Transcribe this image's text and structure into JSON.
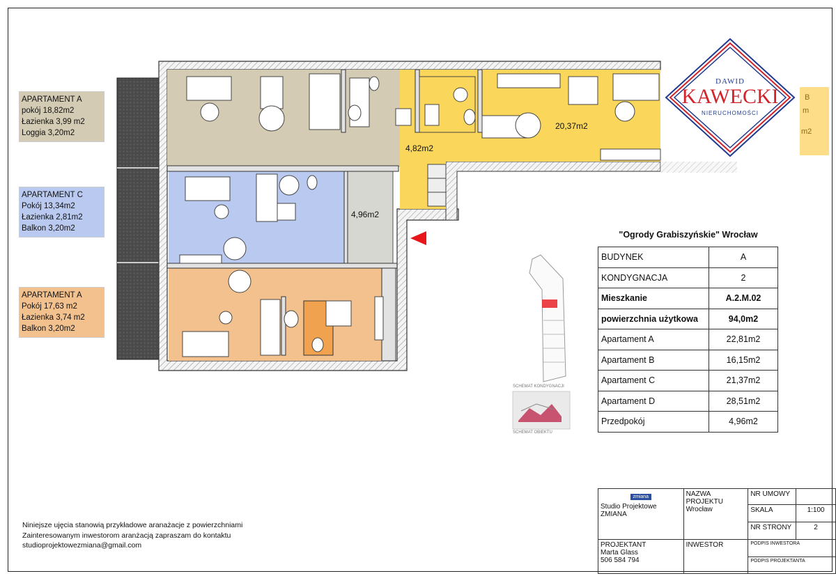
{
  "legend": {
    "apt_a_top": {
      "title": "APARTAMENT A",
      "line1": "pokój 18,82m2",
      "line2": "Łazienka 3,99 m2",
      "line3": "Loggia 3,20m2"
    },
    "apt_c": {
      "title": "APARTAMENT C",
      "line1": "Pokój 13,34m2",
      "line2": "Łazienka 2,81m2",
      "line3": "Balkon 3,20m2"
    },
    "apt_a_bottom": {
      "title": "APARTAMENT A",
      "line1": "Pokój 17,63 m2",
      "line2": "Łazienka 3,74 m2",
      "line3": "Balkon 3,20m2"
    }
  },
  "plan_labels": {
    "hall": "4,96m2",
    "bath_d": "4,82m2",
    "room_d": "20,37m2",
    "cut_b": "B",
    "cut_m": "m",
    "cut_m2": "m2"
  },
  "logo": {
    "first": "DAWID",
    "last": "KAWECKI",
    "sub": "NIERUCHOMOŚCI"
  },
  "title": "\"Ogrody Grabiszyńskie\" Wrocław",
  "info_table": [
    {
      "k": "BUDYNEK",
      "v": "A"
    },
    {
      "k": "KONDYGNACJA",
      "v": "2"
    },
    {
      "k": "Mieszkanie",
      "v": "A.2.M.02"
    },
    {
      "k": "powierzchnia użytkowa",
      "v": "94,0m2"
    },
    {
      "k": "Apartament A",
      "v": "22,81m2"
    },
    {
      "k": "Apartament B",
      "v": "16,15m2"
    },
    {
      "k": "Apartament C",
      "v": "21,37m2"
    },
    {
      "k": "Apartament D",
      "v": "28,51m2"
    },
    {
      "k": "Przedpokój",
      "v": "4,96m2"
    }
  ],
  "schematics": {
    "kondygnacja": "SCHEMAT KONDYGNACJI",
    "obiekt": "SCHEMAT OBIEKTU"
  },
  "note": {
    "line1": "Niniejsze ujęcia stanowią przykładowe aranażacje z powierzchniami",
    "line2": "Zainteresowanym inwestorom aranżacją zapraszam do kontaktu",
    "line3": "studioprojektowezmiana@gmail.com"
  },
  "stamp": {
    "studio_logo": "zmiana",
    "studio1": "Studio Projektowe",
    "studio2": "ZMIANA",
    "project_name_label": "NAZWA PROJEKTU",
    "project_name": "Wrocław",
    "contract_label": "NR UMOWY",
    "contract": "",
    "scale_label": "SKALA",
    "scale": "1:100",
    "page_label": "NR STRONY",
    "page": "2",
    "designer_label": "PROJEKTANT",
    "designer": "Marta Glass",
    "phone": "506 584 794",
    "investor_label": "INWESTOR",
    "sign_investor": "PODPIS INWESTORA",
    "sign_designer": "PODPIS PROJEKTANTA"
  },
  "colors": {
    "apt_a": "#d4cbb4",
    "apt_c": "#b9c9f0",
    "apt_a2": "#f3c18d",
    "apt_d": "#fad75a",
    "hall": "#d7d7d2",
    "wall": "#ececec",
    "marker": "#e8151b",
    "logo_red": "#d2232a",
    "logo_blue": "#1f3b8f"
  }
}
